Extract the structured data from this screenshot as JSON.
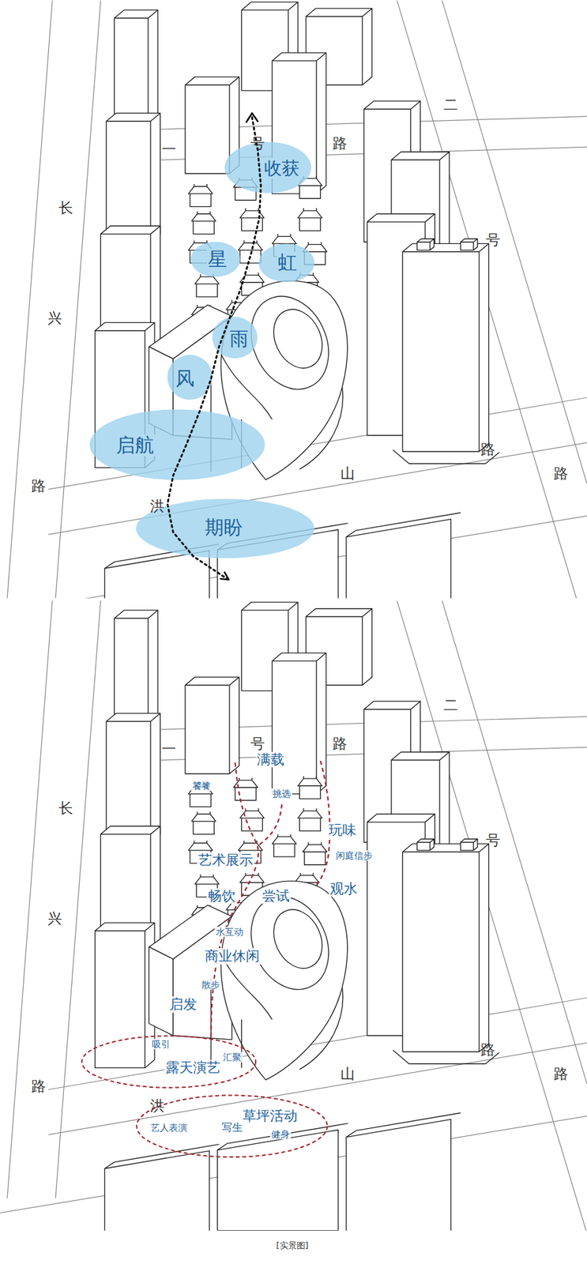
{
  "diagram": {
    "caption": "[实景图]",
    "nodes": [
      {
        "text": [
          "收获"
        ]
      },
      {
        "text": [
          "星"
        ]
      },
      {
        "text": [
          "虹"
        ]
      },
      {
        "text": [
          "雨"
        ]
      },
      {
        "text": [
          "风"
        ]
      },
      {
        "text": [
          "启航"
        ]
      },
      {
        "text": [
          "期盼"
        ]
      },
      {
        "text": [
          "吸引",
          "露天演艺",
          "汇聚"
        ]
      },
      {
        "text": [
          "草坪活动",
          "艺人表演",
          "写生",
          "健身"
        ]
      }
    ],
    "labels": [
      "一",
      "号",
      "路",
      "二",
      "号",
      "路",
      "长",
      "兴",
      "路",
      "洪",
      "山",
      "路",
      "一",
      "号",
      "路",
      "二",
      "号",
      "路",
      "长",
      "兴",
      "路",
      "洪",
      "山",
      "路",
      "满载",
      "饕餮",
      "挑选",
      "玩味",
      "闲庭信步",
      "艺术展示",
      "畅饮",
      "尝试",
      "观水",
      "水互动",
      "商业休闲",
      "散步",
      "启发"
    ]
  }
}
